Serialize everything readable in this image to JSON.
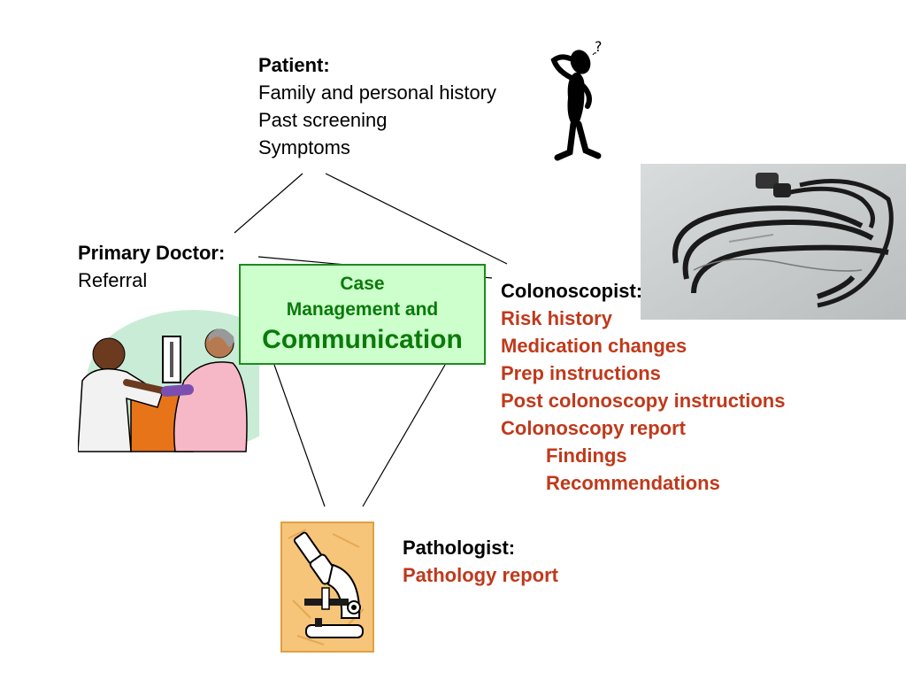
{
  "patient": {
    "heading": "Patient:",
    "items": [
      "Family and personal history",
      "Past screening",
      "Symptoms"
    ]
  },
  "primary_doctor": {
    "heading": "Primary Doctor:",
    "items": [
      "Referral"
    ]
  },
  "center": {
    "line1": "Case",
    "line2": "Management and",
    "line3": "Communication"
  },
  "colonoscopist": {
    "heading": "Colonoscopist:",
    "items": [
      "Risk history",
      "Medication changes",
      "Prep instructions",
      "Post colonoscopy instructions",
      "Colonoscopy report"
    ],
    "sub_items": [
      "Findings",
      "Recommendations"
    ]
  },
  "pathologist": {
    "heading": "Pathologist:",
    "items": [
      "Pathology report"
    ]
  },
  "colors": {
    "item_red": "#c0391b",
    "center_fill": "#ccffcc",
    "center_text": "#0a7a0a"
  },
  "icons": [
    "thinking-person-icon",
    "doctor-patient-illustration",
    "colonoscope-photo",
    "microscope-icon"
  ]
}
